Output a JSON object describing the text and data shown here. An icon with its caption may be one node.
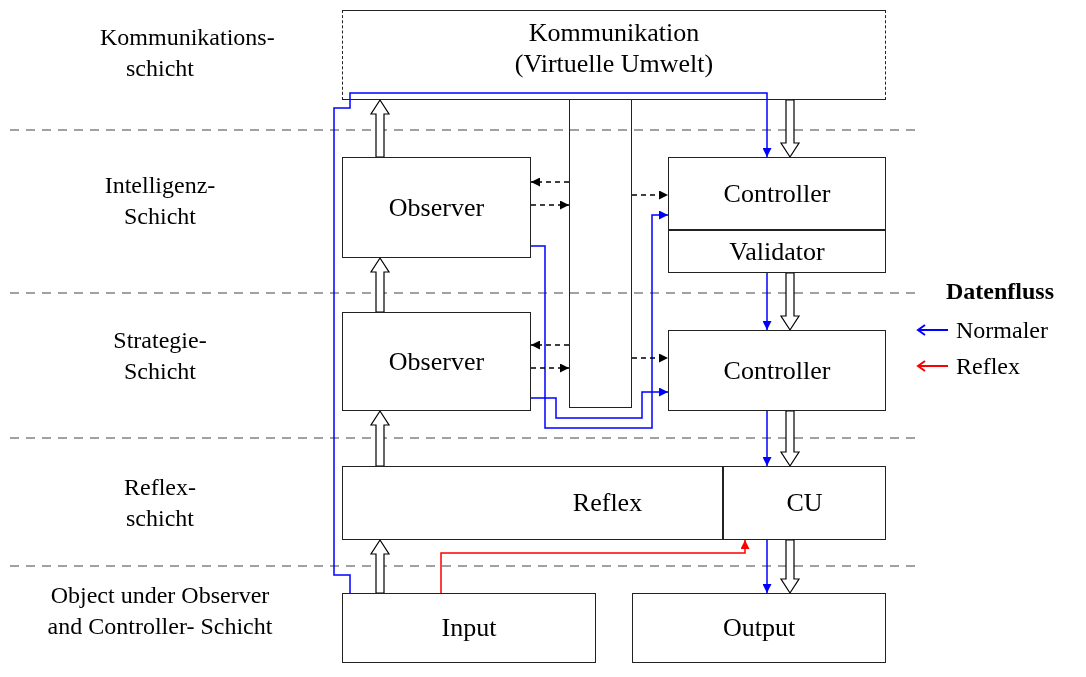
{
  "diagram": {
    "nodes": [
      {
        "text": [
          "Kommunikation (Virtuelle Umwelt)"
        ]
      },
      {
        "text": [],
        "shape": "bar"
      },
      {
        "text": [
          "Observer"
        ]
      },
      {
        "text": [
          "Controller"
        ]
      },
      {
        "text": [
          "Validator"
        ]
      },
      {
        "text": [
          "Observer"
        ]
      },
      {
        "text": [
          "Controller"
        ]
      },
      {
        "text": [
          "Reflex"
        ]
      },
      {
        "text": [
          "CU"
        ]
      },
      {
        "text": [
          "Input"
        ]
      },
      {
        "text": [
          "Output"
        ]
      }
    ],
    "edges": [
      {
        "from": 9,
        "to": 0,
        "arrow": "none",
        "color": "#0000ff"
      },
      {
        "from": 0,
        "to": 3,
        "arrow": "to",
        "color": "#0000ff"
      },
      {
        "from": 2,
        "to": 3,
        "arrow": "to",
        "color": "#0000ff"
      },
      {
        "from": 4,
        "to": 6,
        "arrow": "to",
        "color": "#0000ff"
      },
      {
        "from": 5,
        "to": 6,
        "arrow": "to",
        "color": "#0000ff"
      },
      {
        "from": 6,
        "to": 8,
        "arrow": "to",
        "color": "#0000ff"
      },
      {
        "from": 8,
        "to": 10,
        "arrow": "to",
        "color": "#0000ff"
      },
      {
        "from": 9,
        "to": 8,
        "arrow": "to",
        "color": "#ff0000"
      },
      {
        "from": 9,
        "to": 7,
        "arrow": "to",
        "style": "thick"
      },
      {
        "from": 7,
        "to": 5,
        "arrow": "to",
        "style": "thick"
      },
      {
        "from": 5,
        "to": 2,
        "arrow": "to",
        "style": "thick"
      },
      {
        "from": 2,
        "to": 0,
        "arrow": "to",
        "style": "thick"
      },
      {
        "from": 0,
        "to": 3,
        "arrow": "to",
        "style": "thick"
      },
      {
        "from": 4,
        "to": 6,
        "arrow": "to",
        "style": "thick"
      },
      {
        "from": 6,
        "to": 8,
        "arrow": "to",
        "style": "thick"
      },
      {
        "from": 8,
        "to": 10,
        "arrow": "to",
        "style": "thick"
      },
      {
        "from": 1,
        "to": 2,
        "arrow": "to",
        "style": "dashed",
        "color": "#000000"
      },
      {
        "from": 2,
        "to": 1,
        "arrow": "to",
        "style": "dashed",
        "color": "#000000"
      },
      {
        "from": 1,
        "to": 3,
        "arrow": "to",
        "style": "dashed",
        "color": "#000000"
      },
      {
        "from": 1,
        "to": 5,
        "arrow": "to",
        "style": "dashed",
        "color": "#000000"
      },
      {
        "from": 5,
        "to": 1,
        "arrow": "to",
        "style": "dashed",
        "color": "#000000"
      },
      {
        "from": 1,
        "to": 6,
        "arrow": "to",
        "style": "dashed",
        "color": "#000000"
      }
    ],
    "labels": [
      "Kommunikations- schicht",
      "Intelligenz- Schicht",
      "Strategie- Schicht",
      "Reflex- schicht",
      "Object under Observer and Controller- Schicht",
      "Datenfluss"
    ],
    "legend": [
      {
        "text": "Normaler",
        "color": "#0000ff"
      },
      {
        "text": "Reflex",
        "color": "#ff0000"
      }
    ]
  }
}
